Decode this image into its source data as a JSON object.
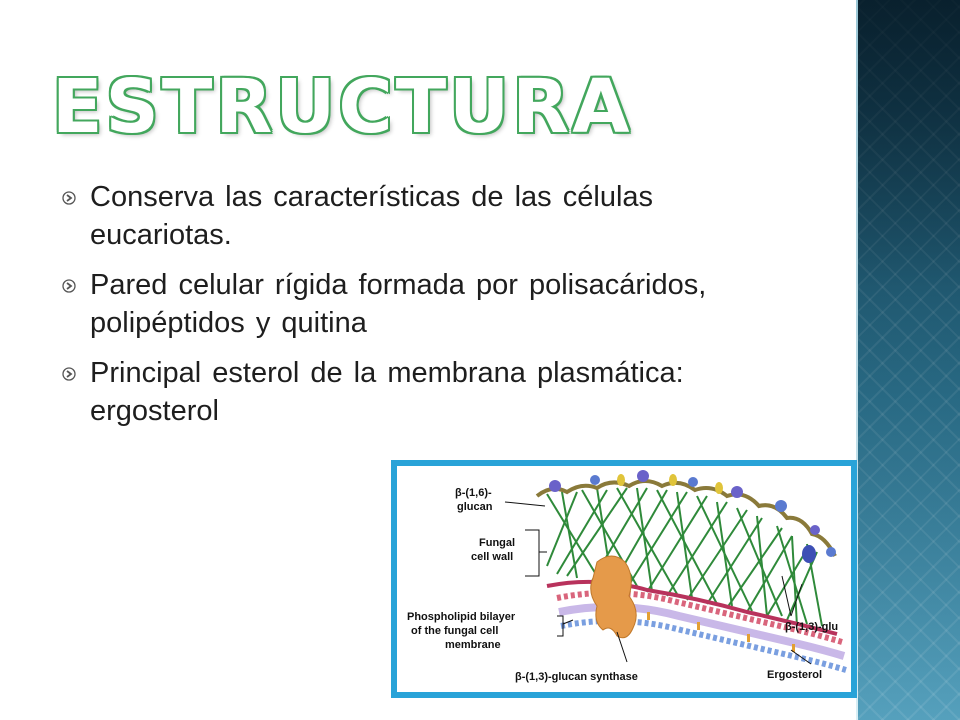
{
  "slide": {
    "title": "Estructura",
    "bullets": [
      "Conserva las características de las células eucariotas.",
      "Pared celular rígida formada por polisacáridos, polipéptidos y quitina",
      "Principal esterol de la membrana plasmática: ergosterol"
    ]
  },
  "figure": {
    "labels": {
      "b16_line1": "β-(1,6)-",
      "b16_line2": "glucan",
      "wall_line1": "Fungal",
      "wall_line2": "cell wall",
      "bilayer_line1": "Phospholipid bilayer",
      "bilayer_line2": "of the fungal cell",
      "bilayer_line3": "membrane",
      "b13_glucan": "β-(1,3)-glu",
      "synthase": "β-(1,3)-glucan synthase",
      "ergosterol": "Ergosterol"
    }
  },
  "colors": {
    "title_outline": "#43a75d",
    "figure_border": "#29a3d8",
    "side_band": "#2f6f87"
  },
  "icons": [
    "bullet-circle-arrow-icon"
  ]
}
